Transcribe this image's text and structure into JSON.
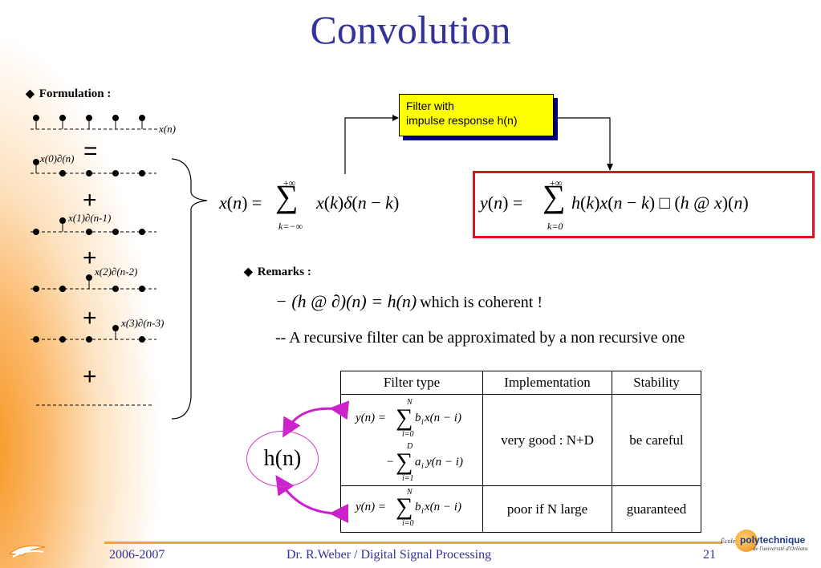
{
  "slide": {
    "title": "Convolution",
    "formulation_label": "Formulation :",
    "remarks_label": "Remarks :",
    "bullet_glyph": "◆"
  },
  "signals": {
    "xn_label": "x(n)",
    "x0_label": "x(0)∂(n)",
    "x1_label": "x(1)∂(n-1)",
    "x2_label": "x(2)∂(n-2)",
    "x3_label": "x(3)∂(n-3)",
    "equals": "=",
    "plus": "+"
  },
  "filter_box": {
    "line1": "Filter with",
    "line2": "impulse response h(n)"
  },
  "equations": {
    "decomposition": "x(n) = Σ x(k)δ(n − k)",
    "output": "y(n) = Σ h(k)x(n − k) (h @ x)(n)",
    "sum_upper": "+∞",
    "sum_lower_full": "k=−∞",
    "sum_lower_zero": "k=0"
  },
  "remarks": {
    "line1_math": "− (h @ ∂)(n) = h(n)",
    "line1_text": "which is coherent !",
    "line2": "-- A recursive filter can be approximated by a non recursive one"
  },
  "table": {
    "headers": [
      "Filter type",
      "Implementation",
      "Stability"
    ],
    "rows": [
      {
        "impl": "very good : N+D",
        "stability": "be careful"
      },
      {
        "impl": "poor if N large",
        "stability": "guaranteed"
      }
    ]
  },
  "hn_label": "h(n)",
  "footer": {
    "date": "2006-2007",
    "author": "Dr. R.Weber / Digital Signal Processing",
    "page": "21",
    "logo_text": "polytechnique",
    "logo_sub": "de l'université d'Orléans",
    "logo_prefix": "École"
  },
  "colors": {
    "title": "#333399",
    "filter_box": "#ffff00",
    "result_border": "#e0141e",
    "arrow_magenta": "#cc22cc",
    "footer_line": "#f2a23a"
  }
}
